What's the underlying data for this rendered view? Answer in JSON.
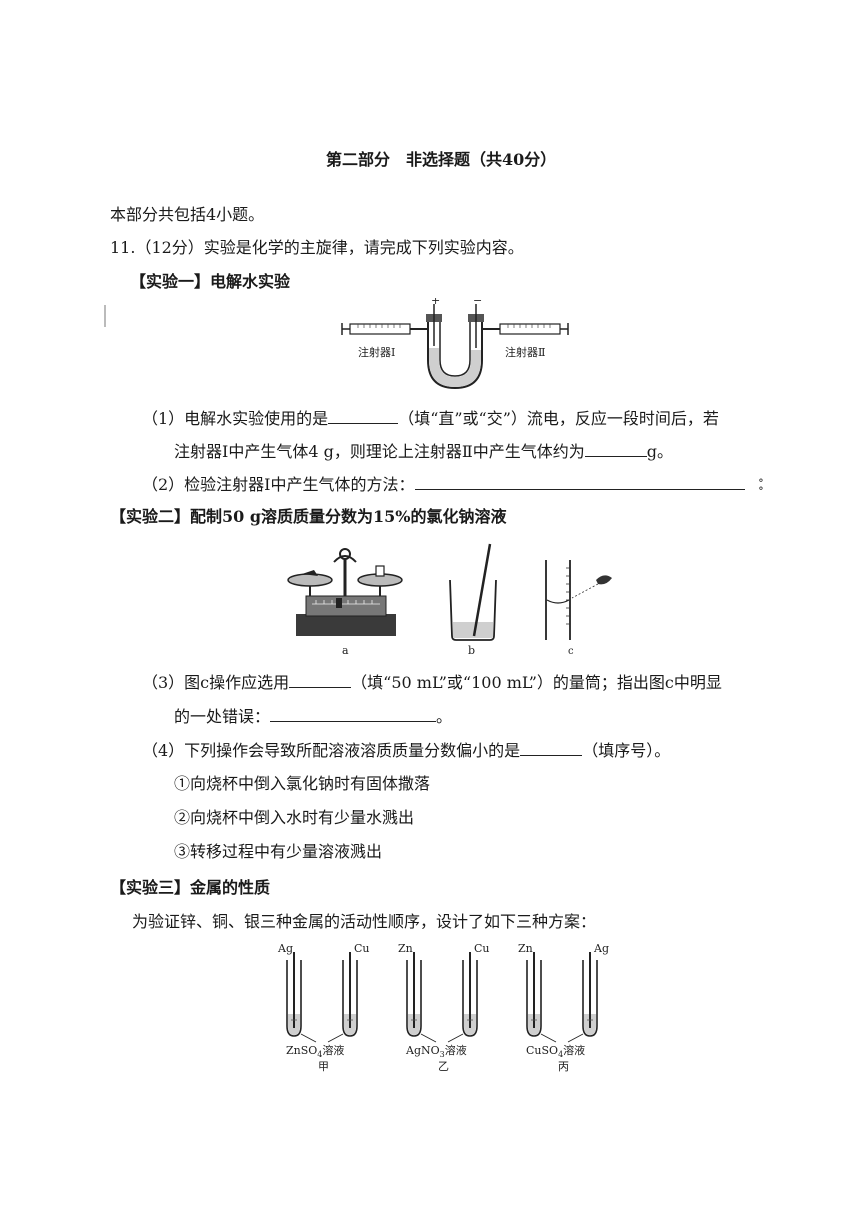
{
  "part_title": "第二部分　非选择题（共40分）",
  "intro": "本部分共包括4小题。",
  "q11": {
    "stem": "11.（12分）实验是化学的主旋律，请完成下列实验内容。",
    "exp1": {
      "title": "【实验一】电解水实验",
      "fig": {
        "plus": "+",
        "minus": "−",
        "syringe1": "注射器Ⅰ",
        "syringe2": "注射器Ⅱ"
      },
      "p1_a": "（1）电解水实验使用的是",
      "p1_b": "（填“直”或“交”）流电，反应一段时间后，若",
      "p1_c": "注射器Ⅰ中产生气体4 g，则理论上注射器Ⅱ中产生气体约为",
      "p1_d": "g。",
      "p2": "（2）检验注射器Ⅰ中产生气体的方法："
    },
    "exp2": {
      "title": "【实验二】配制50 g溶质质量分数为15%的氯化钠溶液",
      "fig": {
        "a": "a",
        "b": "b",
        "c": "c"
      },
      "p3_a": "（3）图c操作应选用",
      "p3_b": "（填“50 mL”或“100 mL”）的量筒；指出图c中明显",
      "p3_c": "的一处错误：",
      "p3_d": "。",
      "p4_a": "（4）下列操作会导致所配溶液溶质质量分数偏小的是",
      "p4_b": "（填序号）。",
      "opt1": "①向烧杯中倒入氯化钠时有固体撒落",
      "opt2": "②向烧杯中倒入水时有少量水溅出",
      "opt3": "③转移过程中有少量溶液溅出"
    },
    "exp3": {
      "title": "【实验三】金属的性质",
      "desc": "为验证锌、铜、银三种金属的活动性顺序，设计了如下三种方案：",
      "schemes": [
        {
          "left": "Ag",
          "right": "Cu",
          "sol_pre": "ZnSO",
          "sol_sub": "4",
          "sol_post": "溶液",
          "name": "甲"
        },
        {
          "left": "Zn",
          "right": "Cu",
          "sol_pre": "AgNO",
          "sol_sub": "3",
          "sol_post": "溶液",
          "name": "乙"
        },
        {
          "left": "Zn",
          "right": "Ag",
          "sol_pre": "CuSO",
          "sol_sub": "4",
          "sol_post": "溶液",
          "name": "丙"
        }
      ]
    }
  }
}
